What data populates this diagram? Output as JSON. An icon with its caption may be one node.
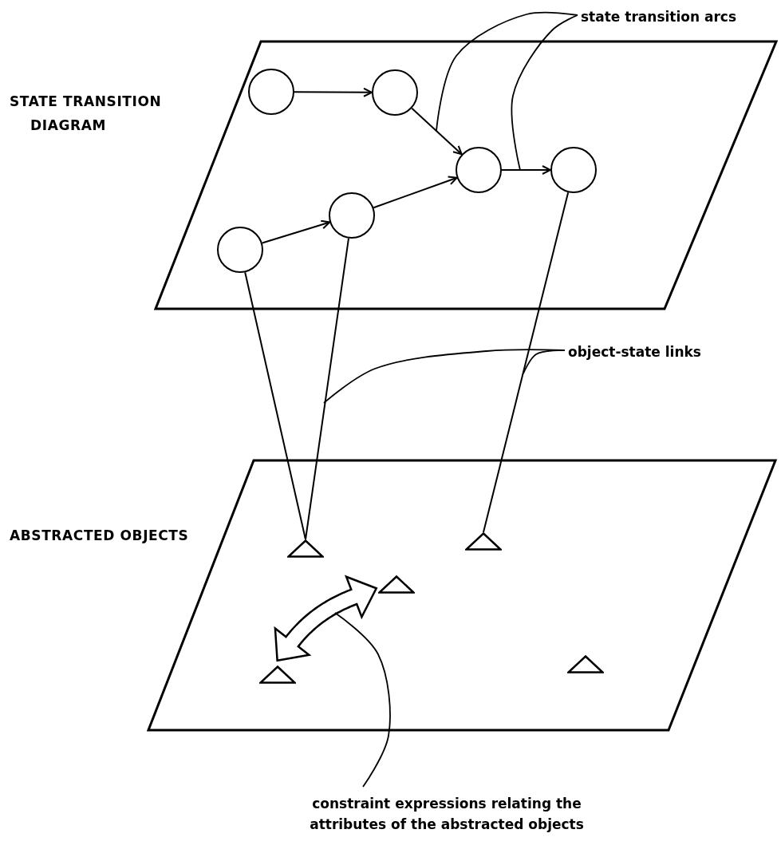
{
  "diagram": {
    "nodes": [
      {
        "text": [
          "STATE TRANSITION DIAGRAM"
        ]
      },
      {
        "text": [],
        "shape": "circle",
        "in": 0
      },
      {
        "text": [],
        "shape": "circle",
        "in": 0
      },
      {
        "text": [],
        "shape": "circle",
        "in": 0
      },
      {
        "text": [],
        "shape": "circle",
        "in": 0
      },
      {
        "text": [],
        "shape": "circle",
        "in": 0
      },
      {
        "text": [],
        "shape": "circle",
        "in": 0
      },
      {
        "text": [
          "ABSTRACTED OBJECTS"
        ]
      },
      {
        "text": [],
        "shape": "triangle",
        "in": 7
      },
      {
        "text": [],
        "shape": "triangle",
        "in": 7
      },
      {
        "text": [],
        "shape": "triangle",
        "in": 7
      },
      {
        "text": [],
        "shape": "triangle",
        "in": 7
      },
      {
        "text": [],
        "shape": "triangle",
        "in": 7
      },
      {
        "text": [
          "state transition arcs"
        ]
      },
      {
        "text": [
          "object-state links"
        ]
      },
      {
        "text": [
          "constraint expressions relating the attributes of the abstracted objects"
        ]
      }
    ],
    "edges": [
      {
        "from": 1,
        "to": 2,
        "arrow": "to"
      },
      {
        "from": 2,
        "to": 3,
        "arrow": "to"
      },
      {
        "from": 6,
        "to": 5,
        "arrow": "to"
      },
      {
        "from": 5,
        "to": 3,
        "arrow": "to"
      },
      {
        "from": 3,
        "to": 4,
        "arrow": "to"
      },
      {
        "from": 6,
        "to": 8,
        "arrow": "none"
      },
      {
        "from": 5,
        "to": 8,
        "arrow": "none"
      },
      {
        "from": 4,
        "to": 9,
        "arrow": "none"
      },
      {
        "from": 11,
        "to": 10,
        "arrow": "both",
        "style": "thick"
      },
      {
        "from": 13,
        "to": null,
        "arrow": "none"
      },
      {
        "from": 13,
        "to": null,
        "arrow": "none"
      },
      {
        "from": 14,
        "to": null,
        "arrow": "none"
      },
      {
        "from": 14,
        "to": null,
        "arrow": "none"
      },
      {
        "from": 15,
        "to": null,
        "arrow": "none"
      }
    ]
  }
}
